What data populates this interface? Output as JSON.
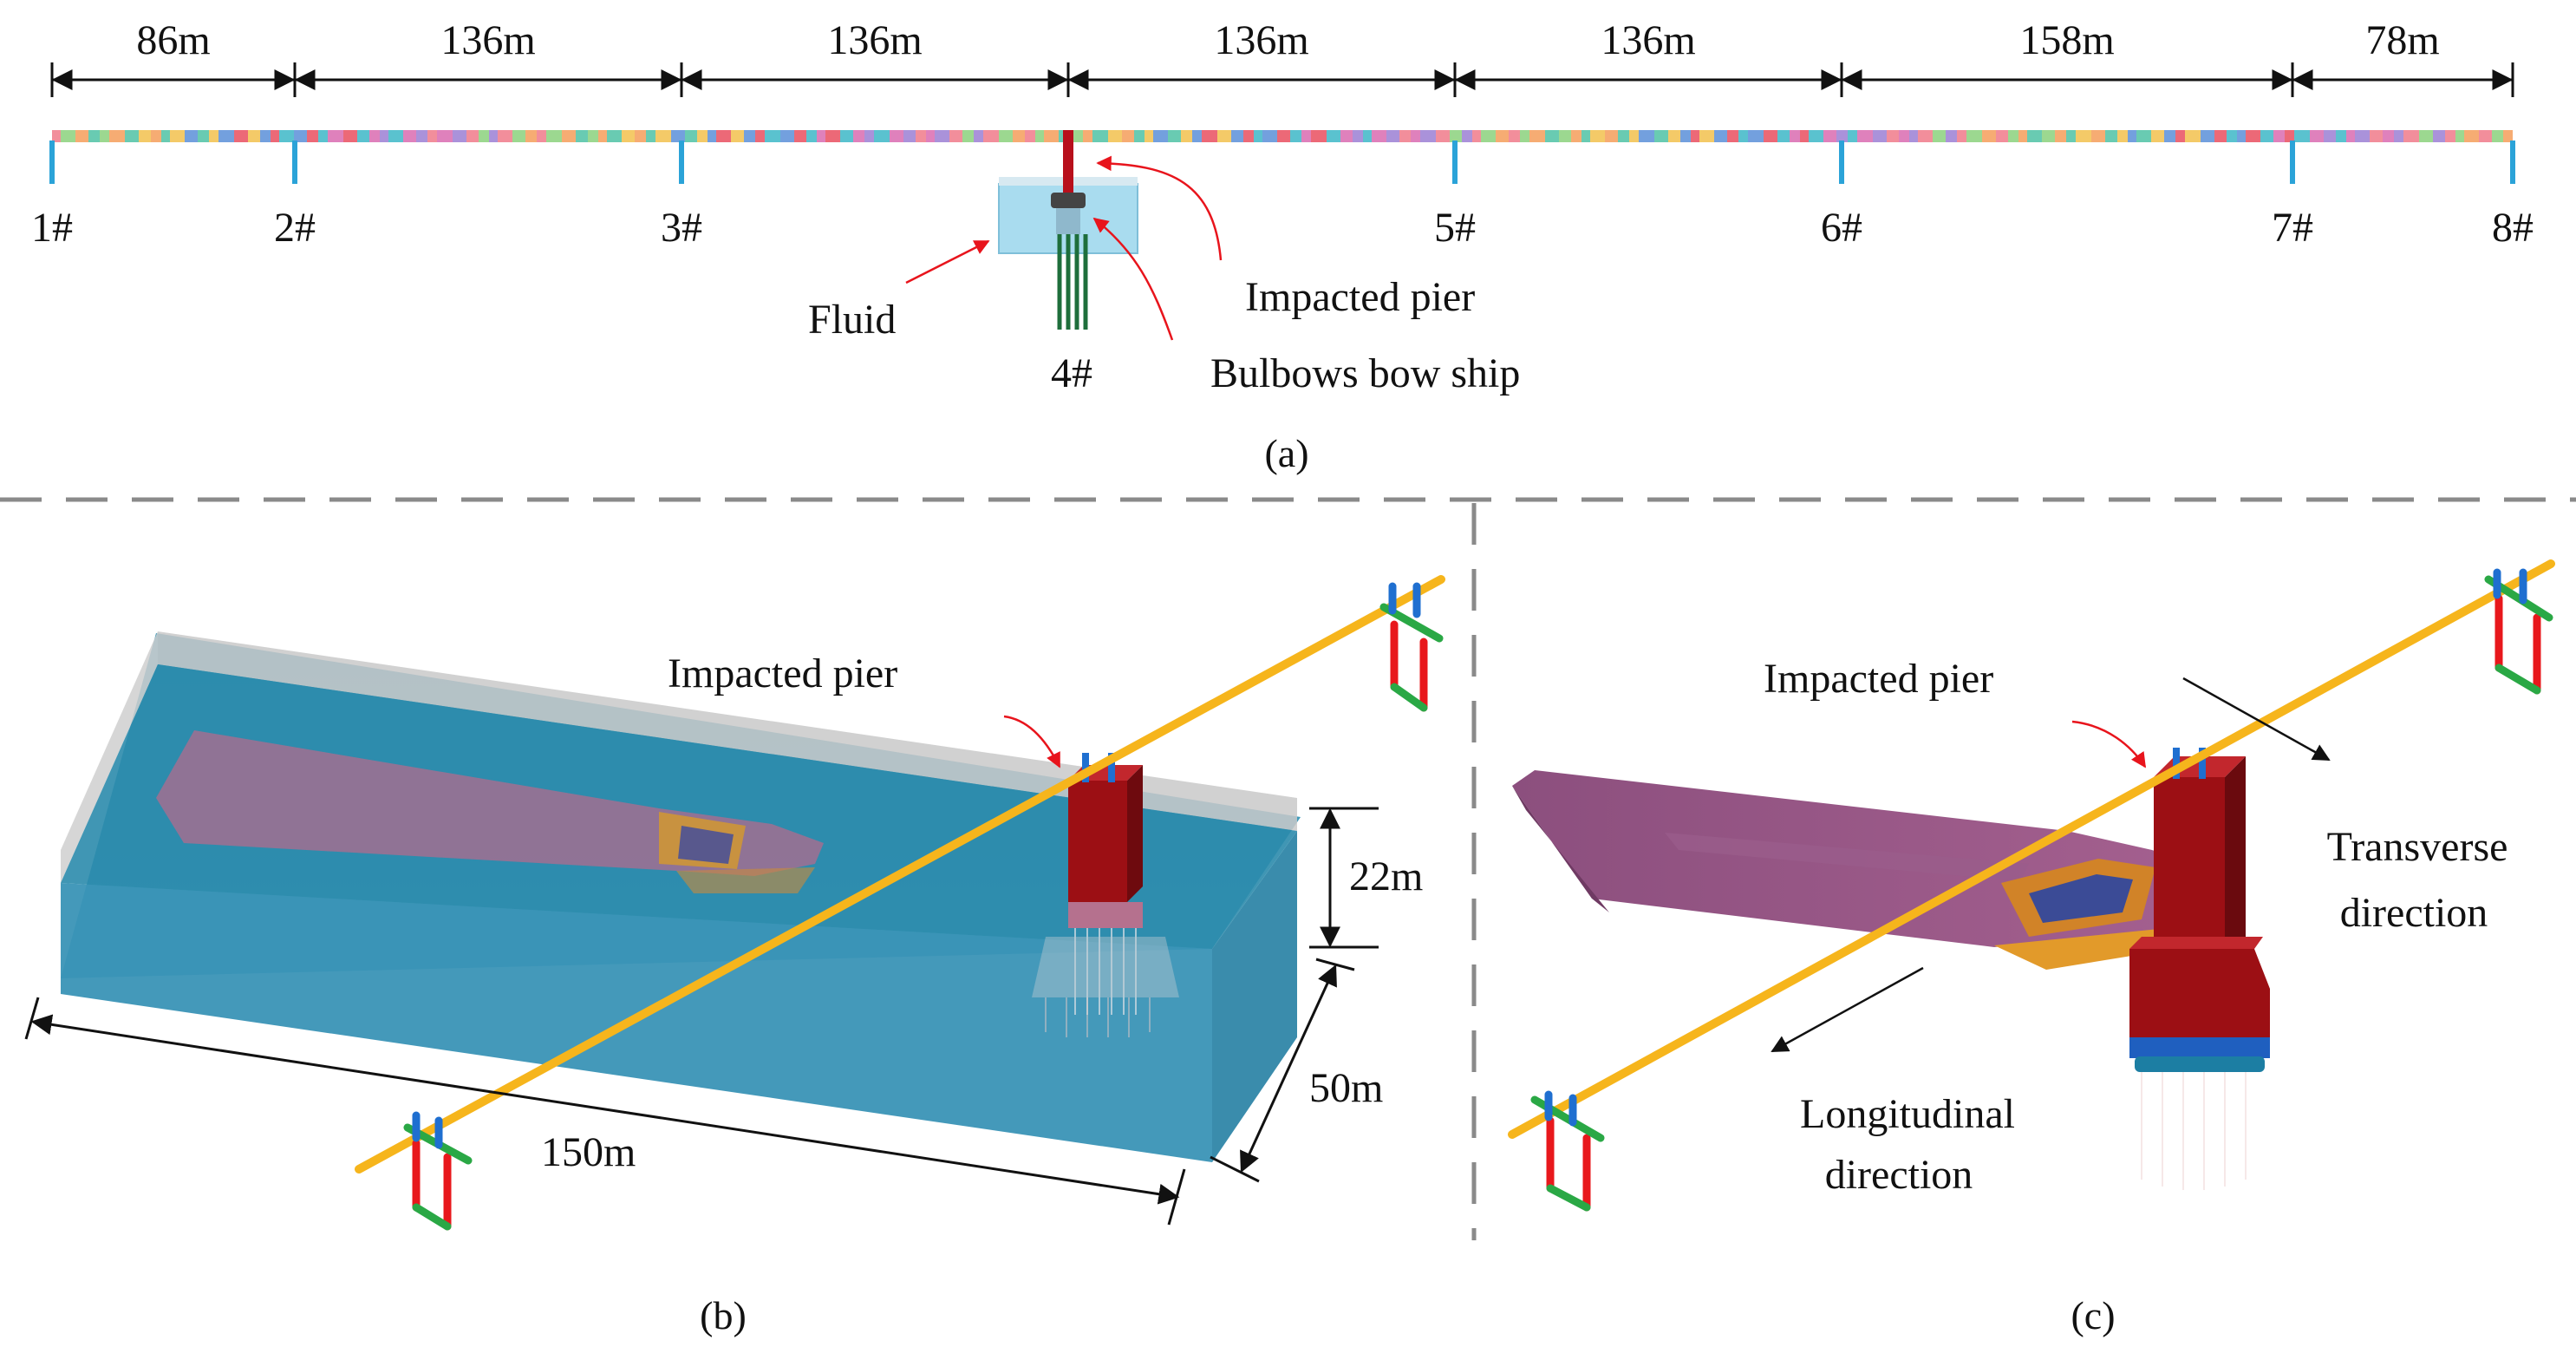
{
  "panel_a": {
    "spans": [
      "86m",
      "136m",
      "136m",
      "136m",
      "136m",
      "158m",
      "78m"
    ],
    "piers": [
      "1#",
      "2#",
      "3#",
      "4#",
      "5#",
      "6#",
      "7#",
      "8#"
    ],
    "fluid_label": "Fluid",
    "impacted_pier_label": "Impacted pier",
    "ship_label": "Bulbows bow ship",
    "caption": "(a)"
  },
  "panel_b": {
    "impacted_pier_label": "Impacted pier",
    "depth_label": "22m",
    "width_label": "50m",
    "length_label": "150m",
    "caption": "(b)"
  },
  "panel_c": {
    "impacted_pier_label": "Impacted pier",
    "transverse_label_1": "Transverse",
    "transverse_label_2": "direction",
    "longitudinal_label_1": "Longitudinal",
    "longitudinal_label_2": "direction",
    "caption": "(c)"
  },
  "colors": {
    "arrow_red": "#e8141c",
    "deck_yellow": "#f6b51c",
    "water_blue": "#2b8bac",
    "pier_red": "#9c0f14",
    "ship_pink": "#b26b8e",
    "ship_purple": "#8c4f7e",
    "support_red": "#e8181c",
    "support_green": "#2aa845",
    "support_blue": "#1f6fd0",
    "divider_gray": "#8a8a8a"
  }
}
